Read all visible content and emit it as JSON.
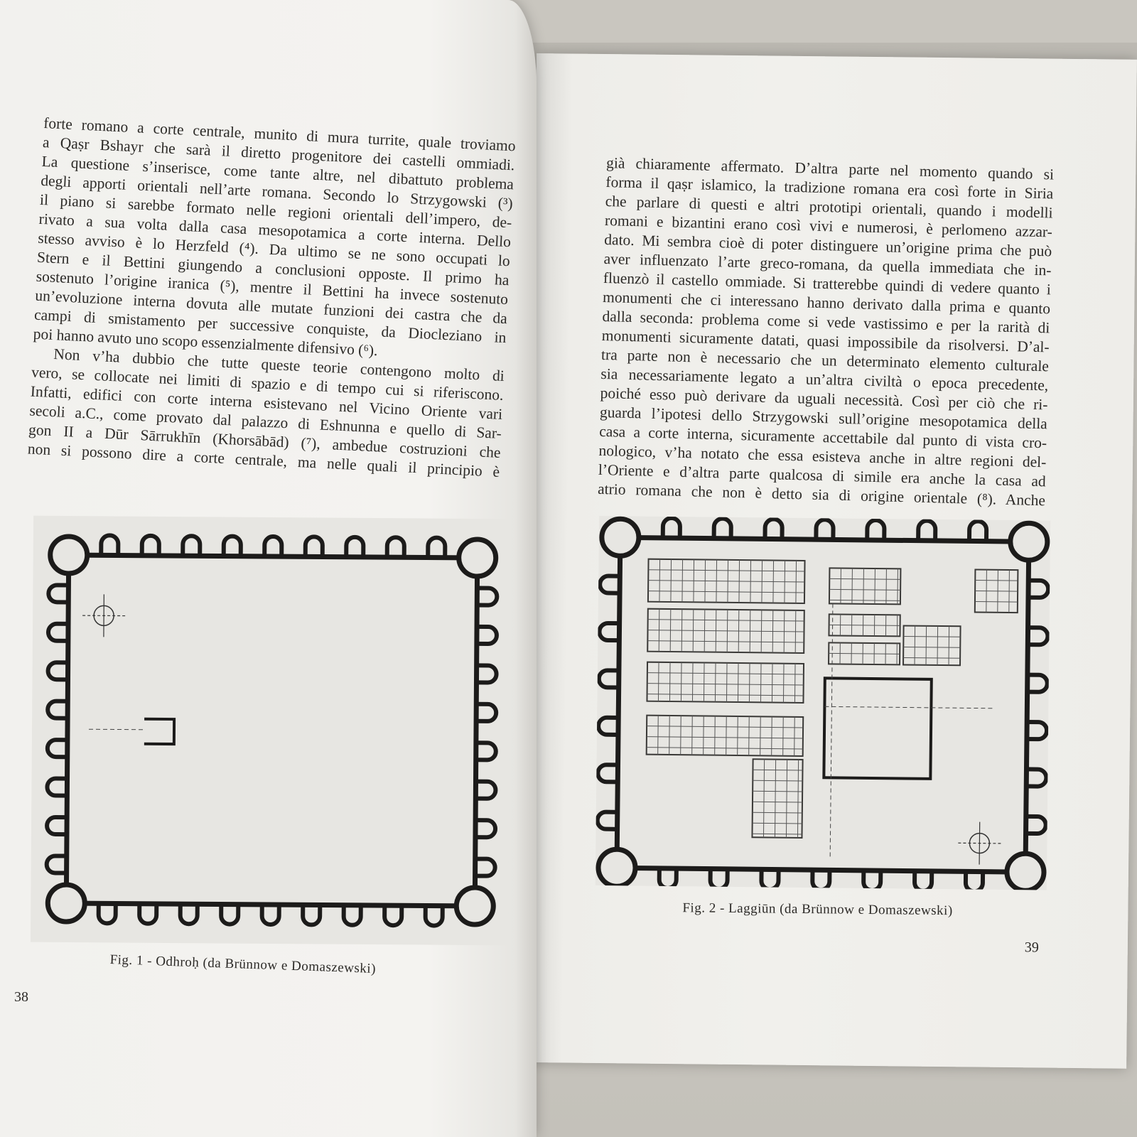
{
  "left_page": {
    "lines": [
      "forte romano a corte centrale, munito di mura turrite, quale troviamo",
      "a Qaṣr Bshayr che sarà il diretto progenitore dei castelli ommiadi.",
      "La questione s’inserisce, come tante altre, nel dibattuto problema",
      "degli apporti orientali nell’arte romana. Secondo lo Strzygowski (³)",
      "il piano si sarebbe formato nelle regioni orientali dell’impero, de-",
      "rivato a sua volta dalla casa mesopotamica a corte interna. Dello",
      "stesso avviso è lo Herzfeld (⁴). Da ultimo se ne sono occupati lo",
      "Stern e il Bettini giungendo a conclusioni opposte. Il primo ha",
      "sostenuto l’origine iranica (⁵), mentre il Bettini ha invece sostenuto",
      "un’evoluzione interna dovuta alle mutate funzioni dei castra che da",
      "campi di smistamento per successive conquiste, da Diocleziano in",
      "poi hanno avuto uno scopo essenzialmente difensivo (⁶).",
      "Non v’ha dubbio che tutte queste teorie contengono molto di",
      "vero, se collocate nei limiti di spazio e di tempo cui si riferiscono.",
      "Infatti, edifici con corte interna esistevano nel Vicino Oriente vari",
      "secoli a.C., come provato dal palazzo di Eshnunna e quello di Sar-",
      "gon II a Dūr Sārrukhīn (Khorsābād) (⁷), ambedue costruzioni che",
      "non si possono dire a corte centrale, ma nelle quali il principio è"
    ],
    "figure_caption": "Fig. 1 - Odhroḥ (da Brünnow e Domaszewski)",
    "page_number": "38"
  },
  "right_page": {
    "lines": [
      "già chiaramente affermato. D’altra parte nel momento quando si",
      "forma il qaṣr islamico, la tradizione romana era così forte in Siria",
      "che parlare di questi e altri prototipi orientali, quando i modelli",
      "romani e bizantini erano così vivi e numerosi, è perlomeno azzar-",
      "dato. Mi sembra cioè di poter distinguere un’origine prima che può",
      "aver influenzato l’arte greco-romana, da quella immediata che in-",
      "fluenzò il castello ommiade. Si tratterebbe quindi di vedere quanto i",
      "monumenti che ci interessano hanno derivato dalla prima e quanto",
      "dalla seconda: problema come si vede vastissimo e per la rarità di",
      "monumenti sicuramente datati, quasi impossibile da risolversi. D’al-",
      "tra parte non è necessario che un determinato elemento culturale",
      "sia necessariamente legato a un’altra civiltà o epoca precedente,",
      "poiché esso può derivare da uguali necessità. Così per ciò che ri-",
      "guarda l’ipotesi dello Strzygowski sull’origine mesopotamica della",
      "casa a corte interna, sicuramente accettabile dal punto di vista cro-",
      "nologico, v’ha notato che essa esisteva anche in altre regioni del-",
      "l’Oriente e d’altra parte qualcosa di simile era anche la casa ad",
      "atrio romana che non è detto sia di origine orientale (⁸). Anche"
    ],
    "figure_caption": "Fig. 2 - Laggiūn (da Brünnow e Domaszewski)",
    "page_number": "39"
  }
}
